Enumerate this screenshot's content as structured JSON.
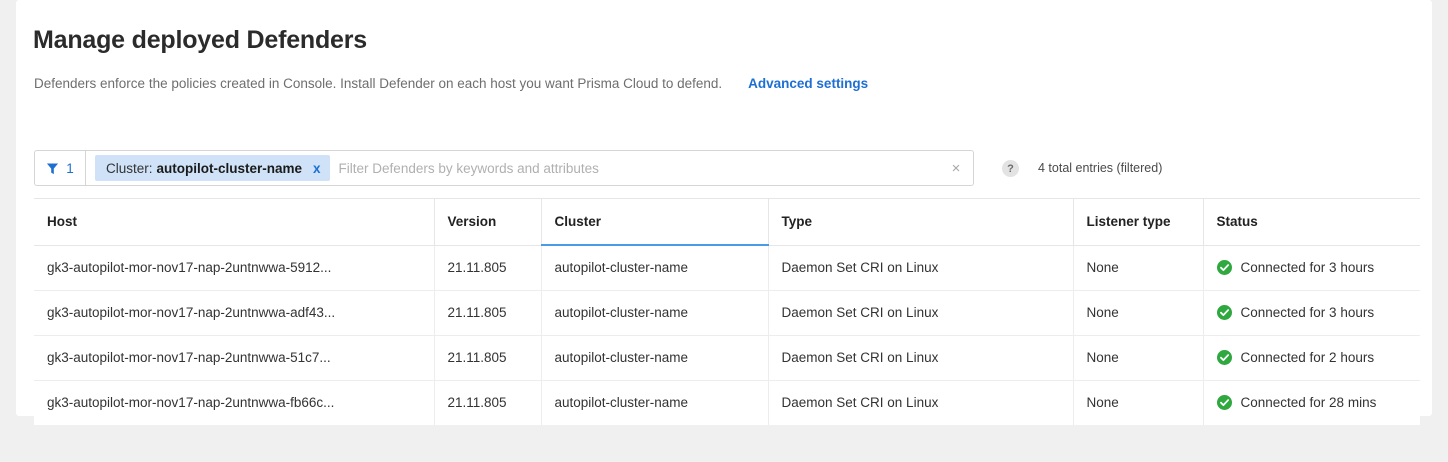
{
  "page": {
    "title": "Manage deployed Defenders",
    "subtitle": "Defenders enforce the policies created in Console. Install Defender on each host you want Prisma Cloud to defend.",
    "advanced_settings_link": "Advanced settings"
  },
  "filter_bar": {
    "filter_icon": "funnel-icon",
    "active_filter_count": "1",
    "chip": {
      "key": "Cluster:",
      "value": "autopilot-cluster-name",
      "remove_label": "x"
    },
    "search_placeholder": "Filter Defenders by keywords and attributes",
    "search_value": "",
    "clear_label": "×",
    "help_label": "?",
    "entries_text": "4 total entries (filtered)"
  },
  "table": {
    "columns": [
      {
        "label": "Host",
        "sorted": false
      },
      {
        "label": "Version",
        "sorted": false
      },
      {
        "label": "Cluster",
        "sorted": true
      },
      {
        "label": "Type",
        "sorted": false
      },
      {
        "label": "Listener type",
        "sorted": false
      },
      {
        "label": "Status",
        "sorted": false
      }
    ],
    "rows": [
      {
        "host": "gk3-autopilot-mor-nov17-nap-2untnwwa-5912...",
        "version": "21.11.805",
        "cluster": "autopilot-cluster-name",
        "type": "Daemon Set CRI on Linux",
        "listener_type": "None",
        "status": "Connected for 3 hours",
        "status_icon": "check-circle-icon"
      },
      {
        "host": "gk3-autopilot-mor-nov17-nap-2untnwwa-adf43...",
        "version": "21.11.805",
        "cluster": "autopilot-cluster-name",
        "type": "Daemon Set CRI on Linux",
        "listener_type": "None",
        "status": "Connected for 3 hours",
        "status_icon": "check-circle-icon"
      },
      {
        "host": "gk3-autopilot-mor-nov17-nap-2untnwwa-51c7...",
        "version": "21.11.805",
        "cluster": "autopilot-cluster-name",
        "type": "Daemon Set CRI on Linux",
        "listener_type": "None",
        "status": "Connected for 2 hours",
        "status_icon": "check-circle-icon"
      },
      {
        "host": "gk3-autopilot-mor-nov17-nap-2untnwwa-fb66c...",
        "version": "21.11.805",
        "cluster": "autopilot-cluster-name",
        "type": "Daemon Set CRI on Linux",
        "listener_type": "None",
        "status": "Connected for 28 mins",
        "status_icon": "check-circle-icon"
      }
    ]
  },
  "colors": {
    "link": "#1d6fd4",
    "chip_bg": "#cfe2f7",
    "status_ok": "#2fa83f",
    "sorted_underline": "#4a9ae8",
    "page_bg": "#f0f0f0"
  }
}
